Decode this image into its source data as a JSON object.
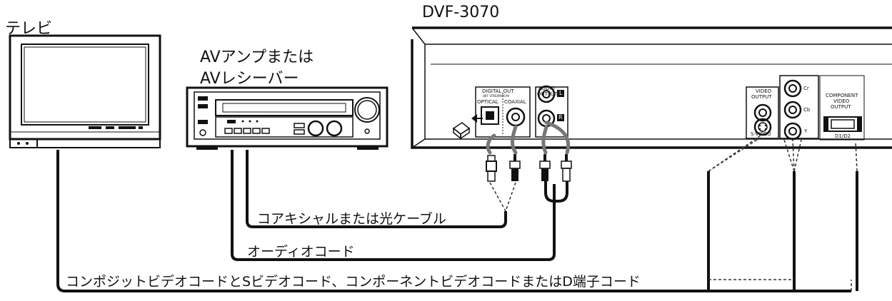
{
  "labels": {
    "tv": "テレビ",
    "amp_line1": "AVアンプまたは",
    "amp_line2": "AVレシーバー",
    "player": "DVF-3070",
    "coax_optical_cable": "コアキシャルまたは光ケーブル",
    "audio_cord": "オーディオコード",
    "video_cords": "コンポジットビデオコードとSビデオコード、コンポーネントビデオコードまたはD端子コード"
  },
  "panel_labels": {
    "digital_out": "DIGITAL OUT",
    "digital_out_sub": "(BIT STREAM/PCM)",
    "optical": "OPTICAL",
    "coaxial": "COAXIAL",
    "audio_output_1": "AUDIO",
    "audio_output_2": "OUTPUT",
    "video_output_1": "VIDEO",
    "video_output_2": "OUTPUT",
    "s_video": "S-VIDEO",
    "component_1": "COMPONENT",
    "component_2": "VIDEO",
    "component_3": "OUTPUT",
    "cr": "Cr",
    "cb": "Cb",
    "y": "Y",
    "d1d2": "D1/D2",
    "l": "L",
    "r": "R"
  }
}
